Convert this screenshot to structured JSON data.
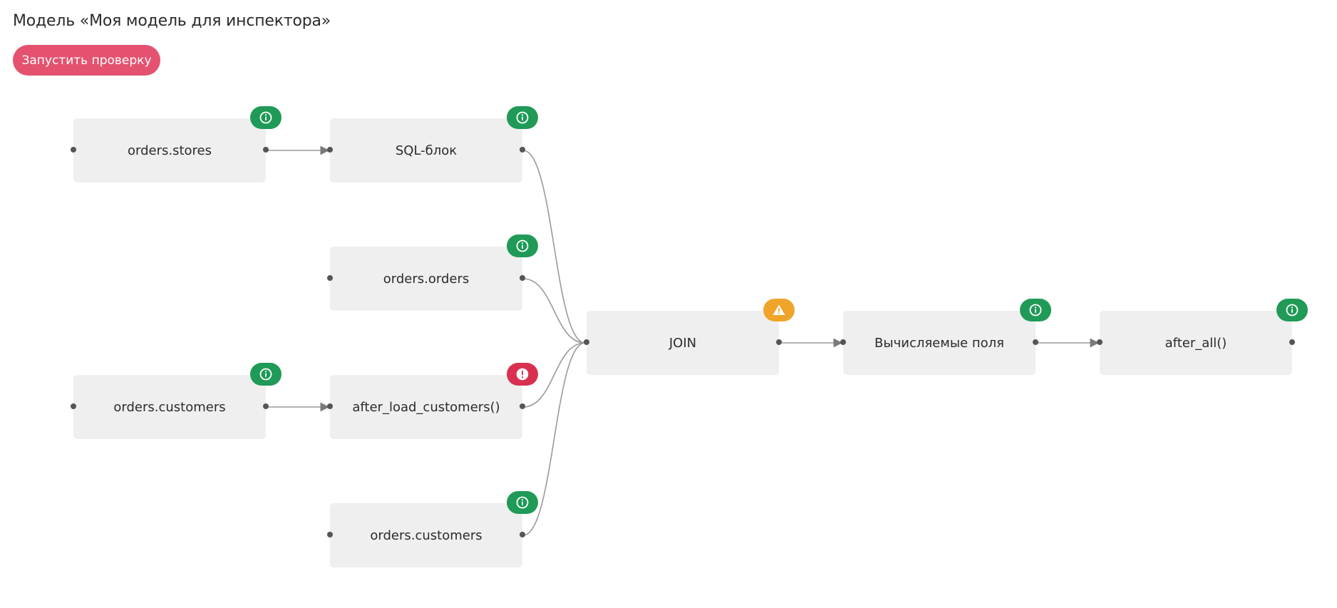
{
  "header": {
    "title": "Модель «Моя модель для инспектора»",
    "run_button": "Запустить проверку"
  },
  "colors": {
    "accent": "#e4526f",
    "status_info": "#1f9a57",
    "status_warning": "#f0a42a",
    "status_error": "#d8314f",
    "node_bg": "#efefef",
    "edge": "#9a9a9a"
  },
  "nodes": [
    {
      "id": "n1",
      "label": "orders.stores",
      "status": "info",
      "icon": "info-icon"
    },
    {
      "id": "n2",
      "label": "SQL-блок",
      "status": "info",
      "icon": "info-icon"
    },
    {
      "id": "n3",
      "label": "orders.orders",
      "status": "info",
      "icon": "info-icon"
    },
    {
      "id": "n4",
      "label": "orders.customers",
      "status": "info",
      "icon": "info-icon"
    },
    {
      "id": "n5",
      "label": "after_load_customers()",
      "status": "error",
      "icon": "error-icon"
    },
    {
      "id": "n6",
      "label": "orders.customers",
      "status": "info",
      "icon": "info-icon"
    },
    {
      "id": "n7",
      "label": "JOIN",
      "status": "warning",
      "icon": "warning-icon"
    },
    {
      "id": "n8",
      "label": "Вычисляемые поля",
      "status": "info",
      "icon": "info-icon"
    },
    {
      "id": "n9",
      "label": "after_all()",
      "status": "info",
      "icon": "info-icon"
    }
  ],
  "edges": [
    {
      "from": "n1",
      "to": "n2"
    },
    {
      "from": "n4",
      "to": "n5"
    },
    {
      "from": "n2",
      "to": "n7"
    },
    {
      "from": "n3",
      "to": "n7"
    },
    {
      "from": "n5",
      "to": "n7"
    },
    {
      "from": "n6",
      "to": "n7"
    },
    {
      "from": "n7",
      "to": "n8"
    },
    {
      "from": "n8",
      "to": "n9"
    }
  ]
}
